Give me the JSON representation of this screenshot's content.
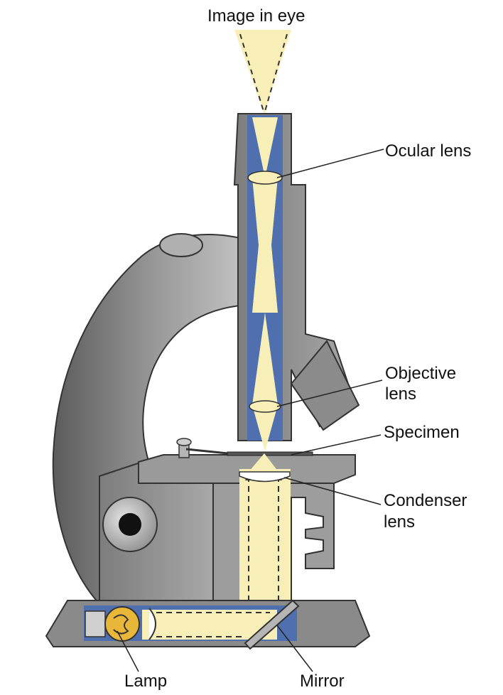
{
  "labels": {
    "image_in_eye": "Image in eye",
    "ocular_lens": "Ocular lens",
    "objective_line1": "Objective",
    "objective_line2": "lens",
    "specimen": "Specimen",
    "condenser_line1": "Condenser",
    "condenser_line2": "lens",
    "lamp": "Lamp",
    "mirror": "Mirror"
  },
  "colors": {
    "body": "#8f8f8f",
    "body_light": "#c9c9c9",
    "body_dark": "#5a5a5a",
    "tube_blue": "#4f6fae",
    "light_beam": "#f7eeb8",
    "lamp_bulb": "#e8b73a",
    "outline": "#222222"
  }
}
